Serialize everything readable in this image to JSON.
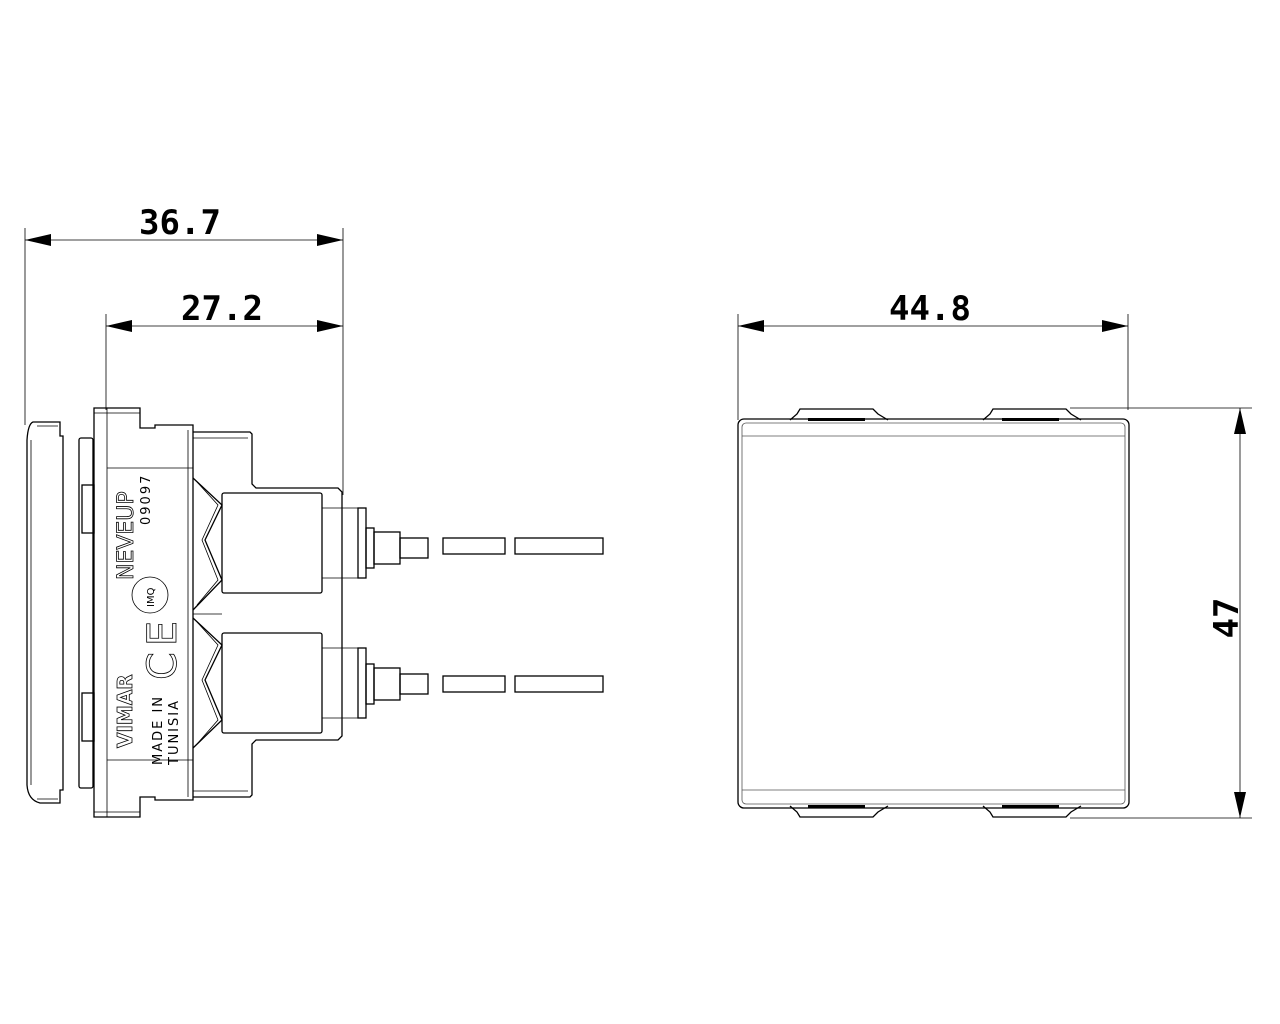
{
  "dimensions": {
    "overall_depth": "36.7",
    "body_depth": "27.2",
    "width": "44.8",
    "height": "47"
  },
  "markings": {
    "brand": "VIMAR",
    "product": "NEVEUP",
    "code": "09097",
    "origin_line1": "MADE IN",
    "origin_line2": "TUNISIA",
    "ce": "CE",
    "imq": "IMQ"
  }
}
